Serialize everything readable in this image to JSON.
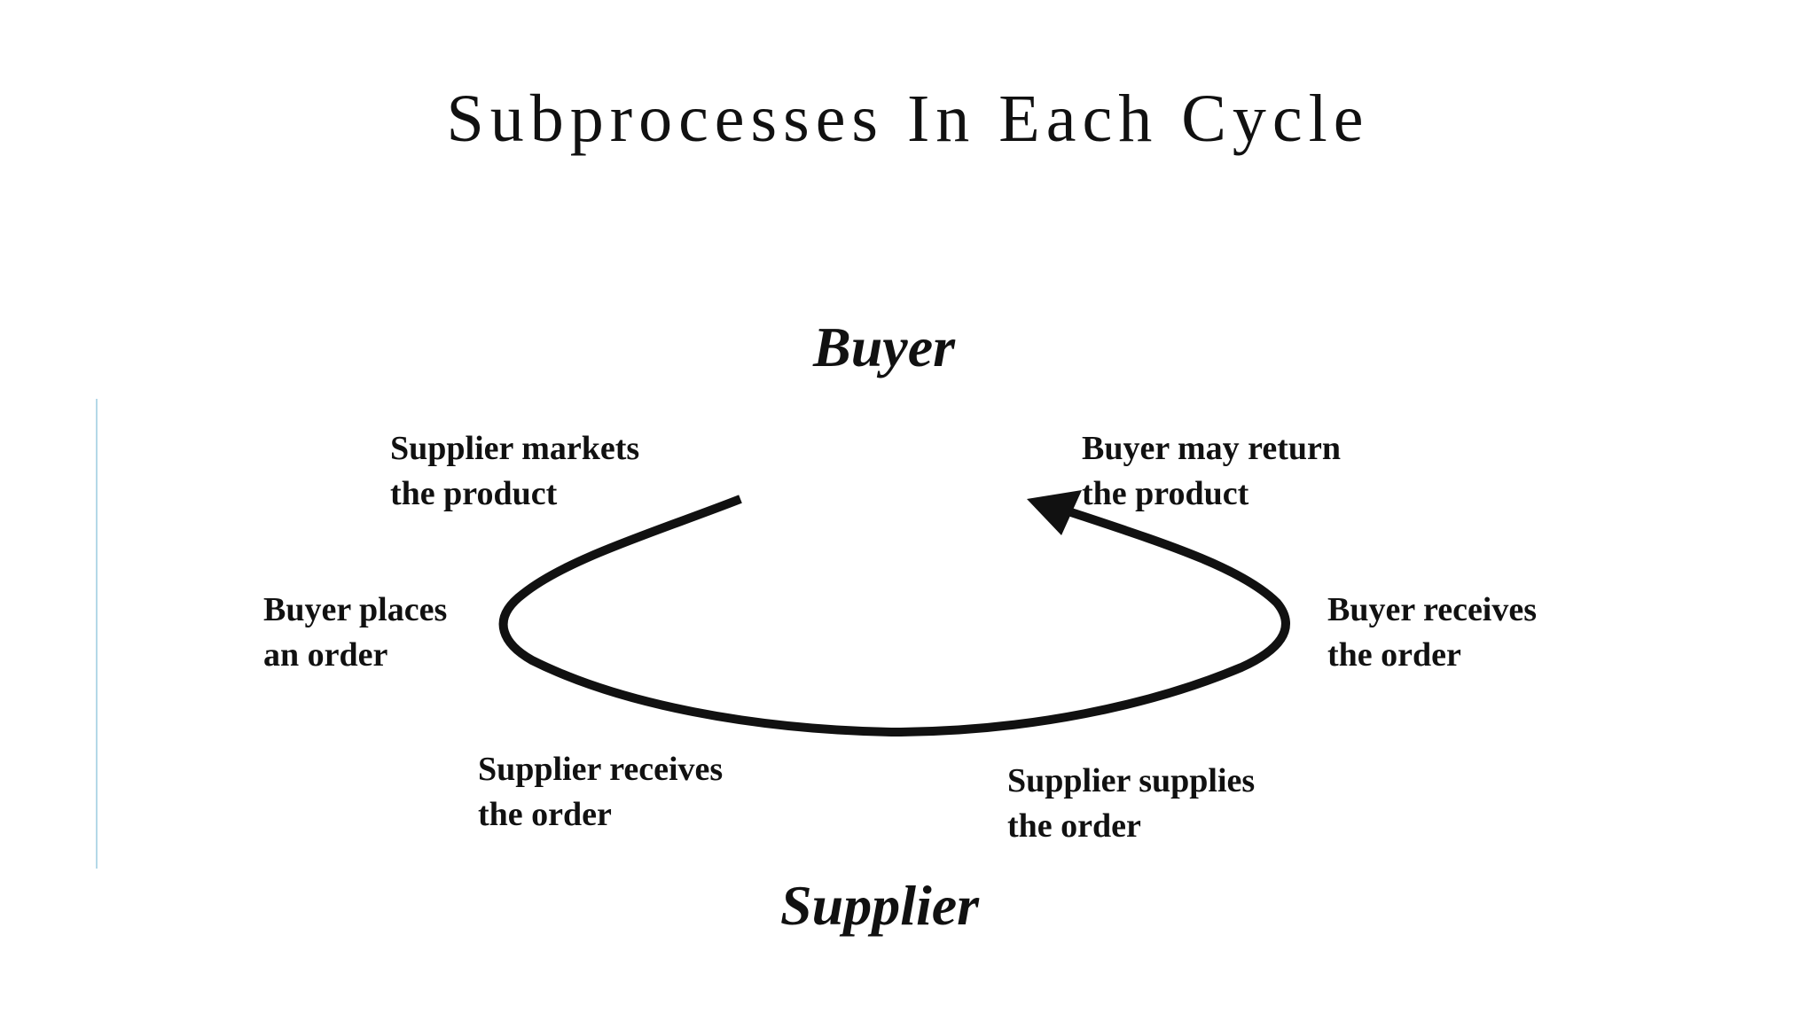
{
  "title": "Subprocesses In Each Cycle",
  "parties": {
    "top": "Buyer",
    "bottom": "Supplier"
  },
  "steps": {
    "supplier_markets": [
      "Supplier markets",
      "the product"
    ],
    "buyer_may_return": [
      "Buyer may return",
      "the product"
    ],
    "buyer_places": [
      "Buyer places",
      "an order"
    ],
    "buyer_receives": [
      "Buyer receives",
      "the order"
    ],
    "supplier_receives": [
      "Supplier receives",
      "the order"
    ],
    "supplier_supplies": [
      "Supplier supplies",
      "the order"
    ]
  },
  "colors": {
    "text": "#111111",
    "arrow": "#111111",
    "accent_rule": "#b4d8e8"
  },
  "icons": {
    "cycle_arrow": "arrow-head"
  }
}
